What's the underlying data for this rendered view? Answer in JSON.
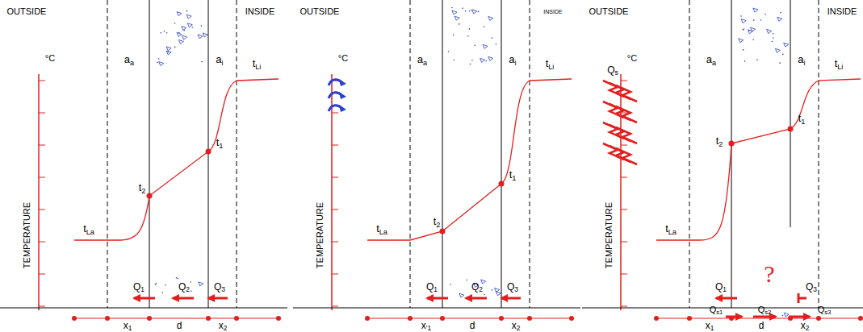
{
  "diagram": {
    "labels": [
      "OUTSIDE",
      "INSIDE",
      "°C",
      "aa",
      "ai",
      "tLi",
      "t1",
      "t2",
      "tLa",
      "TEMPERATURE",
      "Q1",
      "Q2",
      "Q3",
      "x1",
      "d",
      "x2",
      "OUTSIDE",
      "INSIDE",
      "°C",
      "aa",
      "ai",
      "tLi",
      "t1",
      "t2",
      "tLa",
      "TEMPERATURE",
      "Q1",
      "Q2",
      "Q3",
      "x'1",
      "d",
      "x2",
      "OUTSIDE",
      "INSIDE",
      "°C",
      "aa",
      "ai",
      "tLi",
      "t1",
      "t2",
      "tLa",
      "TEMPERATURE",
      "Q1",
      "Q3",
      "x1",
      "d",
      "x2",
      "Qs",
      "Qs1",
      "Qs2",
      "Qs3",
      "?"
    ]
  }
}
